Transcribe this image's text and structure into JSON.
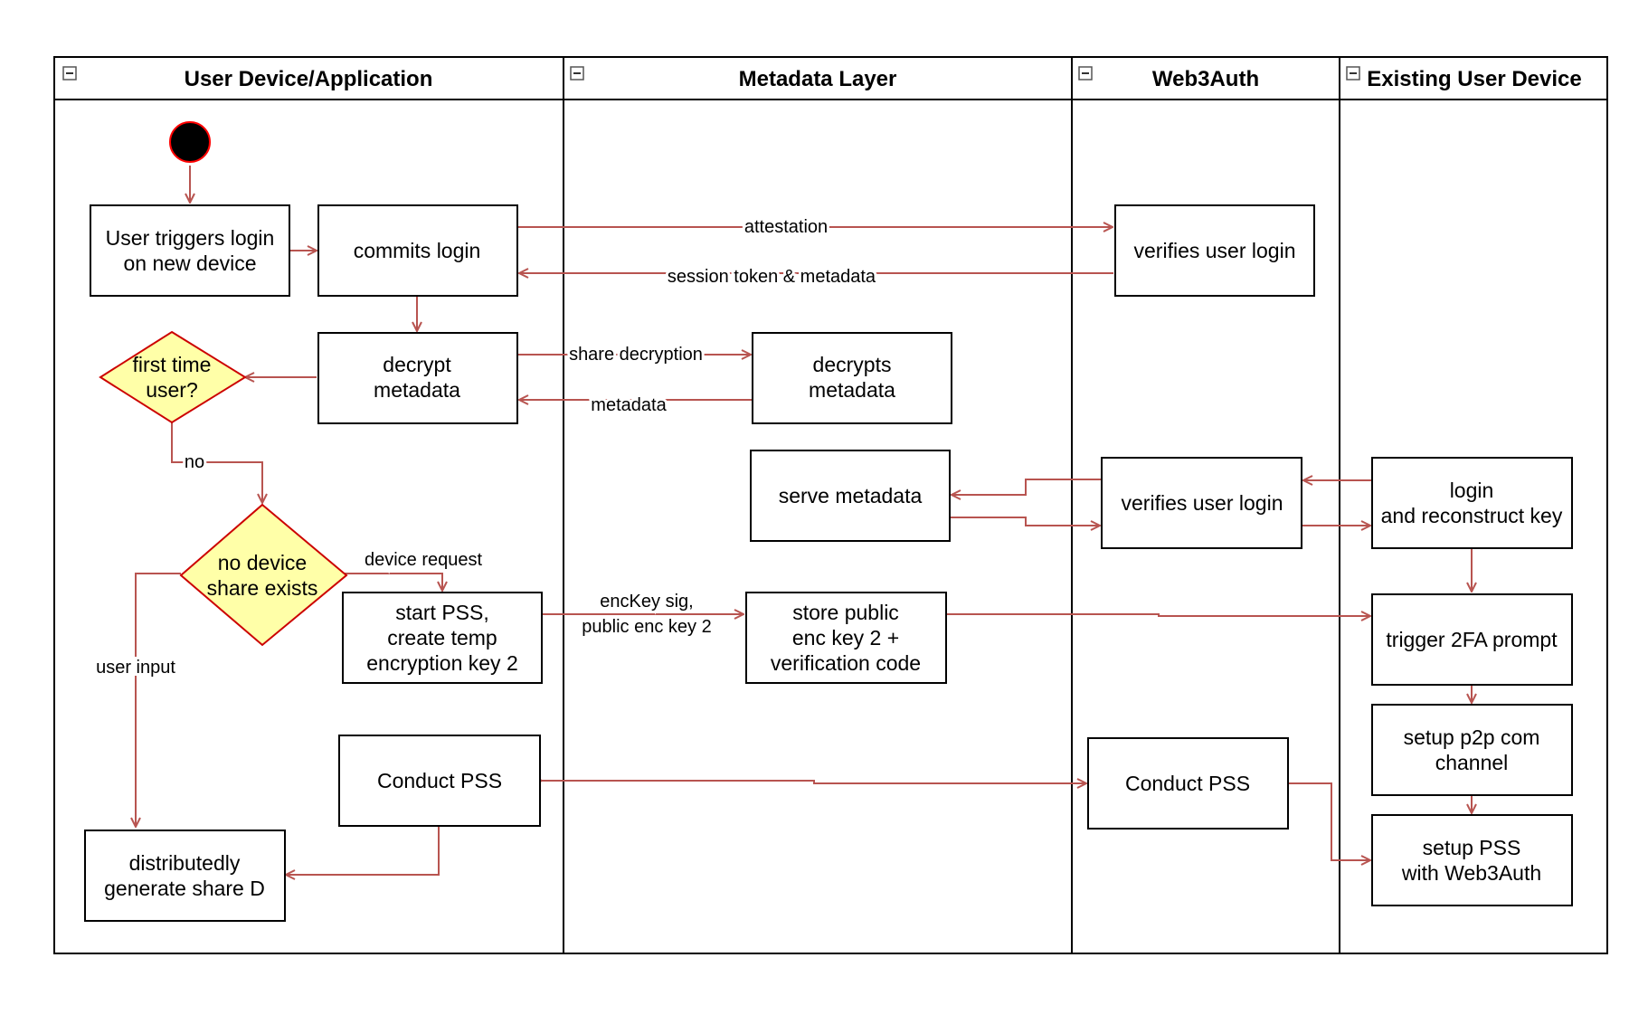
{
  "colors": {
    "edge": "#b85450",
    "decision_fill": "#ffffa8",
    "decision_stroke": "#cc0000",
    "start_fill": "#000000",
    "start_stroke": "#ff0000",
    "border": "#000000"
  },
  "lanes": [
    {
      "id": "user",
      "title": "User Device/Application"
    },
    {
      "id": "meta",
      "title": "Metadata Layer"
    },
    {
      "id": "w3a",
      "title": "Web3Auth"
    },
    {
      "id": "exist",
      "title": "Existing User Device"
    }
  ],
  "lane_collapse_symbol": "−",
  "nodes": {
    "trigger": [
      "User triggers login",
      "on new device"
    ],
    "commits": [
      "commits login"
    ],
    "verify1": [
      "verifies user login"
    ],
    "decrypt": [
      "decrypt",
      "metadata"
    ],
    "decrypts": [
      "decrypts",
      "metadata"
    ],
    "first": [
      "first time",
      "user?"
    ],
    "serve": [
      "serve metadata"
    ],
    "verify2": [
      "verifies user login"
    ],
    "loginrec": [
      "login",
      "and reconstruct key"
    ],
    "nodevice": [
      "no device",
      "share exists"
    ],
    "startpss": [
      "start PSS,",
      "create temp",
      "encryption key 2"
    ],
    "storepub": [
      "store public",
      "enc key 2 +",
      "verification code"
    ],
    "trigger2fa": [
      "trigger 2FA prompt"
    ],
    "p2p": [
      "setup p2p com",
      "channel"
    ],
    "pss1": [
      "Conduct PSS"
    ],
    "pss2": [
      "Conduct PSS"
    ],
    "setuppss": [
      "setup PSS",
      "with Web3Auth"
    ],
    "distgen": [
      "distributedly",
      "generate share D"
    ]
  },
  "edge_labels": {
    "attestation": [
      "attestation"
    ],
    "session": [
      "session token & metadata"
    ],
    "sharedec": [
      "share decryption"
    ],
    "metadata": [
      "metadata"
    ],
    "no": [
      "no"
    ],
    "devreq": [
      "device request"
    ],
    "enckey": [
      "encKey sig,",
      "public enc key 2"
    ],
    "userinput": [
      "user input"
    ]
  }
}
